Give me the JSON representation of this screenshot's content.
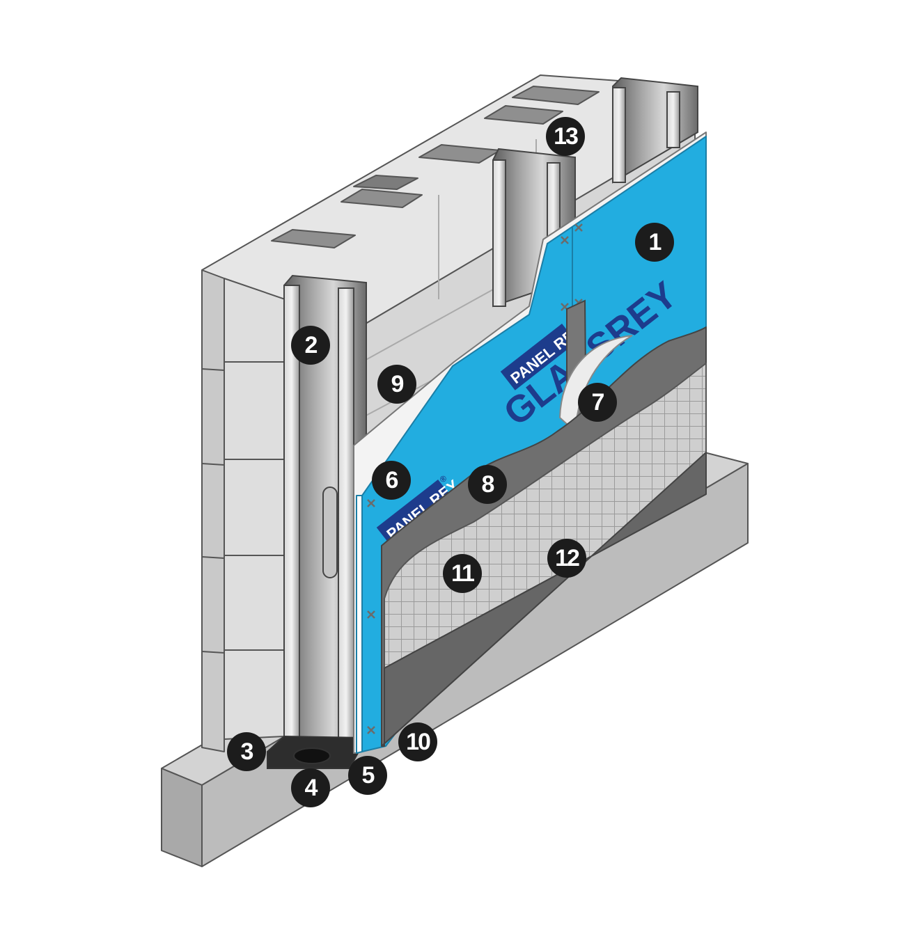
{
  "brand": {
    "logo_text": "PANEL REY",
    "product_text": "GLASSREY",
    "logo_text_lower": "PANEL REY",
    "logo_registered": "®"
  },
  "callouts": [
    {
      "id": "1",
      "label": "1"
    },
    {
      "id": "2",
      "label": "2"
    },
    {
      "id": "3",
      "label": "3"
    },
    {
      "id": "4",
      "label": "4"
    },
    {
      "id": "5",
      "label": "5"
    },
    {
      "id": "6",
      "label": "6"
    },
    {
      "id": "7",
      "label": "7"
    },
    {
      "id": "8",
      "label": "8"
    },
    {
      "id": "9",
      "label": "9"
    },
    {
      "id": "10",
      "label": "10"
    },
    {
      "id": "11",
      "label": "11"
    },
    {
      "id": "12",
      "label": "12"
    },
    {
      "id": "13",
      "label": "13"
    }
  ],
  "colors": {
    "sheathing": "#22ade0",
    "block": "#dcdcdc",
    "stud_metal": "#8a8a8a",
    "base_coat": "#6f6f6f",
    "foundation": "#bdbdbd",
    "callout": "#1c1c1c",
    "brand_text": "#1d3c8c"
  }
}
